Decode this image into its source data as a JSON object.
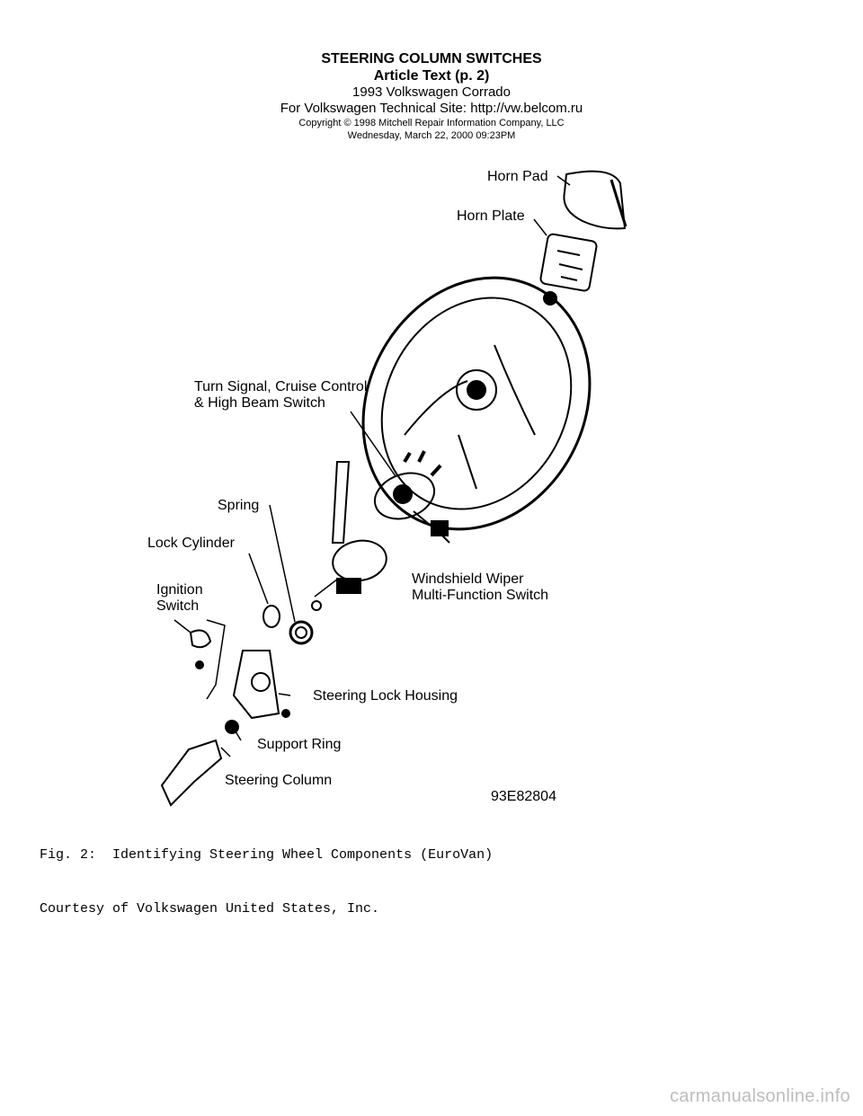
{
  "header": {
    "title": "STEERING COLUMN SWITCHES",
    "subtitle": "Article Text (p. 2)",
    "vehicle": "1993 Volkswagen Corrado",
    "site": "For Volkswagen Technical Site:  http://vw.belcom.ru",
    "copyright": "Copyright © 1998 Mitchell Repair Information Company, LLC",
    "date": "Wednesday, March 22, 2000  09:23PM"
  },
  "figure": {
    "labels": {
      "horn_pad": "Horn Pad",
      "horn_plate": "Horn Plate",
      "turn_signal_1": "Turn Signal, Cruise Control",
      "turn_signal_2": "& High Beam Switch",
      "spring": "Spring",
      "lock_cylinder": "Lock Cylinder",
      "ignition_1": "Ignition",
      "ignition_2": "Switch",
      "wiper_1": "Windshield Wiper",
      "wiper_2": "Multi-Function Switch",
      "steering_lock_housing": "Steering Lock Housing",
      "support_ring": "Support Ring",
      "steering_column": "Steering Column",
      "figure_id": "93E82804"
    }
  },
  "caption": {
    "line1": "Fig. 2:  Identifying Steering Wheel Components (EuroVan)",
    "line2": "Courtesy of Volkswagen United States, Inc."
  },
  "footer": {
    "watermark": "carmanualsonline.info"
  }
}
